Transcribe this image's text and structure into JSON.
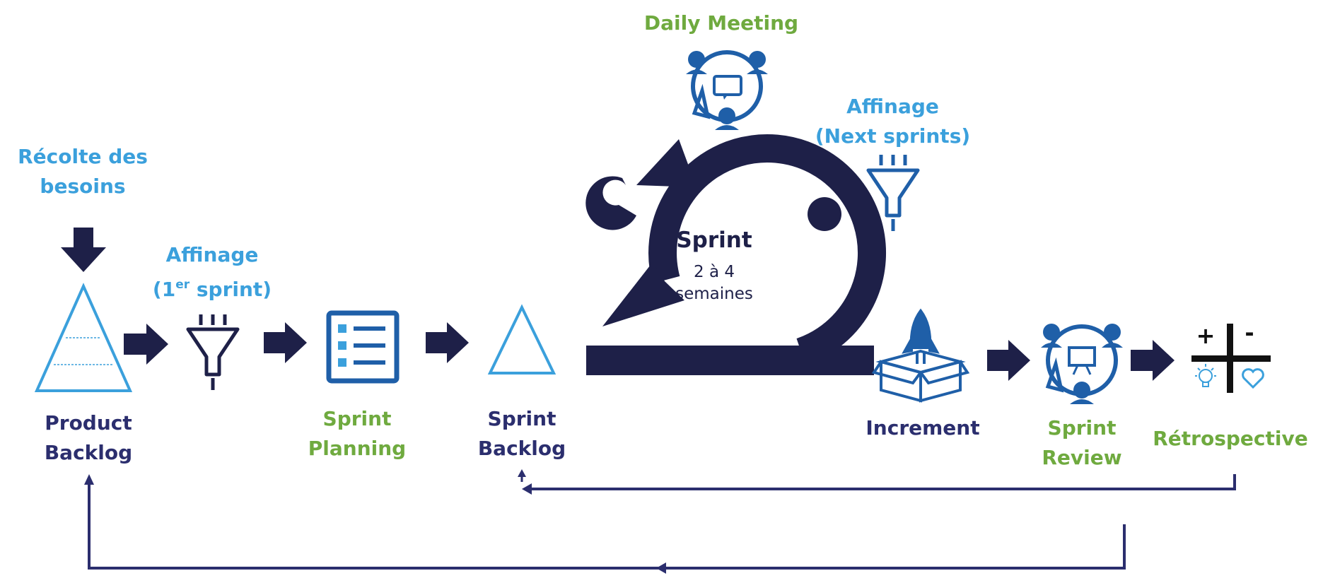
{
  "colors": {
    "navy": "#1e2048",
    "dark_label": "#2b2e6e",
    "green": "#6faa3f",
    "blue": "#3ba0dc",
    "icon_blue": "#1f5fa8"
  },
  "labels": {
    "recolte": [
      "Récolte des",
      "besoins"
    ],
    "affinage1": {
      "line1": "Affinage",
      "open": "(1",
      "sup": "er",
      "close": " sprint)"
    },
    "product_backlog": [
      "Product",
      "Backlog"
    ],
    "sprint_planning": [
      "Sprint",
      "Planning"
    ],
    "sprint_backlog": [
      "Sprint",
      "Backlog"
    ],
    "daily_meeting": "Daily Meeting",
    "affinage_next": [
      "Affinage",
      "(Next sprints)"
    ],
    "sprint_title": "Sprint",
    "sprint_duration": [
      "2 à 4",
      "semaines"
    ],
    "increment": "Increment",
    "sprint_review": [
      "Sprint",
      "Review"
    ],
    "retrospective": "Rétrospective",
    "retro_plus": "+",
    "retro_minus": "-"
  },
  "icons": {
    "down_arrow": "down-arrow-icon",
    "right_arrow": "right-arrow-icon",
    "pyramid": "product-backlog-pyramid-icon",
    "funnel": "funnel-icon",
    "checklist": "checklist-icon",
    "triangle": "sprint-backlog-triangle-icon",
    "meeting": "daily-meeting-icon",
    "sprint_loop": "sprint-cycle-icon",
    "rocket_box": "increment-rocket-box-icon",
    "review": "sprint-review-icon",
    "retro_grid": "retrospective-grid-icon",
    "lightbulb": "lightbulb-icon",
    "heart": "heart-icon"
  }
}
